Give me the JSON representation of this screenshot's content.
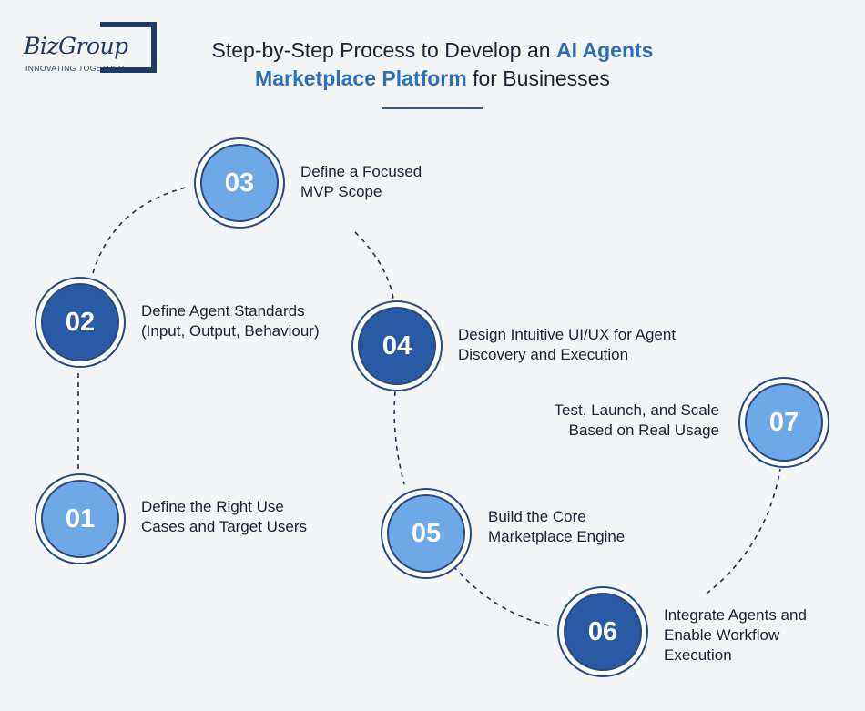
{
  "logo": {
    "name": "BizGroup",
    "tagline": "INNOVATING TOGETHER"
  },
  "title": {
    "line1_plain": "Step-by-Step Process to Develop an ",
    "line1_highlight": "AI Agents",
    "line2_highlight": "Marketplace Platform",
    "line2_plain": " for Businesses"
  },
  "colors": {
    "light_circle": "#6ea8e6",
    "dark_circle": "#2a5aa4",
    "accent": "#2f6fb8"
  },
  "steps": [
    {
      "number": "01",
      "line1": "Define the Right Use",
      "line2": "Cases and Target Users"
    },
    {
      "number": "02",
      "line1": "Define Agent Standards",
      "line2": "(Input, Output, Behaviour)"
    },
    {
      "number": "03",
      "line1": "Define a Focused",
      "line2": "MVP Scope"
    },
    {
      "number": "04",
      "line1": "Design Intuitive UI/UX for Agent",
      "line2": "Discovery and Execution"
    },
    {
      "number": "05",
      "line1": "Build the Core",
      "line2": "Marketplace Engine"
    },
    {
      "number": "06",
      "line1": "Integrate Agents and",
      "line2": "Enable Workflow",
      "line3": "Execution"
    },
    {
      "number": "07",
      "line1": "Test, Launch, and Scale",
      "line2": "Based on Real Usage"
    }
  ]
}
